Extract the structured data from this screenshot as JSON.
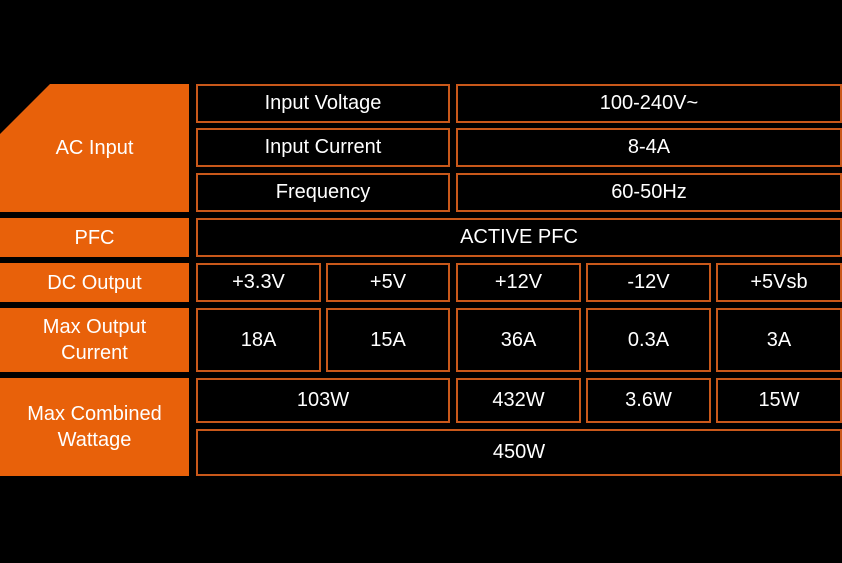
{
  "colors": {
    "accent": "#E8610A",
    "cell_border": "#C9581A",
    "background": "#000000",
    "text": "#FFFFFF"
  },
  "ac_input": {
    "label": "AC Input",
    "rows": [
      {
        "name": "Input Voltage",
        "value": "100-240V~"
      },
      {
        "name": "Input Current",
        "value": "8-4A"
      },
      {
        "name": "Frequency",
        "value": "60-50Hz"
      }
    ]
  },
  "pfc": {
    "label": "PFC",
    "value": "ACTIVE PFC"
  },
  "dc_output": {
    "label": "DC Output",
    "rails": [
      "+3.3V",
      "+5V",
      "+12V",
      "-12V",
      "+5Vsb"
    ]
  },
  "max_output_current": {
    "label": "Max Output\nCurrent",
    "values": [
      "18A",
      "15A",
      "36A",
      "0.3A",
      "3A"
    ]
  },
  "max_combined_wattage": {
    "label": "Max Combined\nWattage",
    "values": [
      "103W",
      "432W",
      "3.6W",
      "15W"
    ],
    "total": "450W"
  }
}
